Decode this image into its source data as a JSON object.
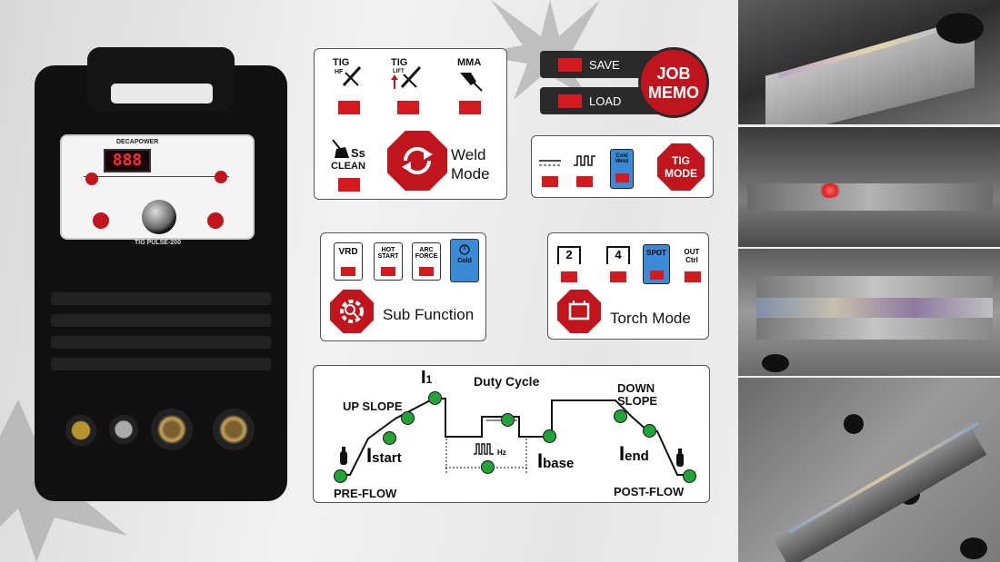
{
  "machine": {
    "brand": "DECAPOWER",
    "model": "TIG PULSE-200",
    "display": "888"
  },
  "mode_panel": {
    "tig_hf": "TIG",
    "tig_hf_sub": "HF",
    "tig_lift": "TIG",
    "tig_lift_sub": "LIFT",
    "mma": "MMA",
    "ss": "Ss",
    "clean": "CLEAN",
    "weld_mode_line1": "Weld",
    "weld_mode_line2": "Mode"
  },
  "job_memo": {
    "save": "SAVE",
    "load": "LOAD",
    "line1": "JOB",
    "line2": "MEMO"
  },
  "tig_mode_panel": {
    "cold_weld": "Cold Weld",
    "line1": "TIG",
    "line2": "MODE"
  },
  "sub_function": {
    "vrd": "VRD",
    "hot_start": "HOT START",
    "arc_force": "ARC FORCE",
    "cold": "Cold",
    "label": "Sub Function"
  },
  "torch_mode": {
    "t2": "2",
    "t4": "4",
    "spot": "SPOT",
    "out_ctrl": "OUT Ctrl",
    "label": "Torch Mode"
  },
  "waveform": {
    "i1": "I",
    "i1_sub": "1",
    "duty_cycle": "Duty Cycle",
    "up_slope": "UP SLOPE",
    "down_slope_1": "DOWN",
    "down_slope_2": "SLOPE",
    "istart": "start",
    "ibase": "base",
    "iend": "end",
    "hz": "Hz",
    "pre_flow": "PRE-FLOW",
    "post_flow": "POST-FLOW"
  }
}
